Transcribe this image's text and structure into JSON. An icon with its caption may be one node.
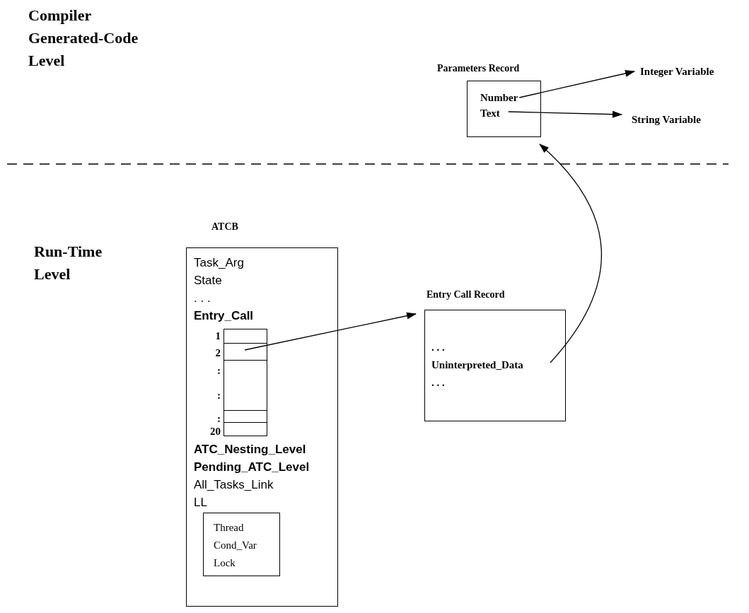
{
  "diagram": {
    "nodes": [
      {
        "text": [
          "Parameters Record"
        ]
      },
      {
        "text": [
          "Number"
        ],
        "in": 0
      },
      {
        "text": [
          "Text"
        ],
        "in": 0
      },
      {
        "text": [
          "Integer Variable"
        ]
      },
      {
        "text": [
          "String Variable"
        ]
      },
      {
        "text": [
          "ATCB",
          "Task_Arg",
          "State",
          ". . .",
          "Entry_Call",
          "ATC_Nesting_Level",
          "Pending_ATC_Level",
          "All_Tasks_Link",
          "LL"
        ]
      },
      {
        "text": [],
        "shape": "box",
        "in": 5,
        "beside": [
          "1",
          "2",
          ":",
          ":",
          ":",
          "20"
        ]
      },
      {
        "text": [
          "Thread",
          "Cond_Var",
          "Lock"
        ],
        "in": 5
      },
      {
        "text": [
          "Entry Call Record",
          ". . .",
          "Uninterpreted_Data",
          ". . ."
        ]
      }
    ],
    "edges": [
      {
        "from": 1,
        "to": 3,
        "arrow": "to"
      },
      {
        "from": 2,
        "to": 4,
        "arrow": "to"
      },
      {
        "from": 6,
        "to": 8,
        "arrow": "to"
      },
      {
        "from": 8,
        "to": 0,
        "arrow": "to"
      }
    ],
    "labels": [
      "Compiler Generated-Code Level",
      "Run-Time Level"
    ]
  }
}
